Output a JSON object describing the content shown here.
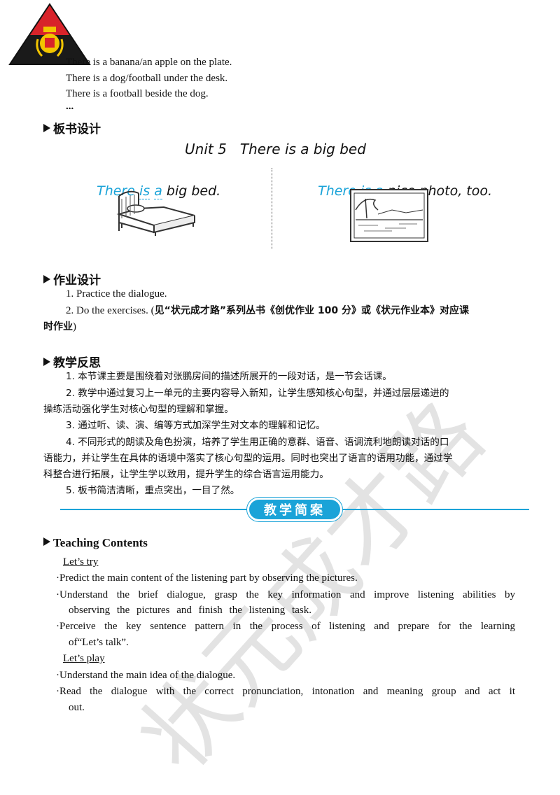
{
  "logo": {
    "name": "logo"
  },
  "examples": [
    "There is a banana/an apple on the plate.",
    "There is a dog/football under the desk.",
    "There is a football beside the dog.",
    "..."
  ],
  "board": {
    "heading": "板书设计",
    "title": "Unit 5   There is a big bed",
    "left": {
      "prefix_there": "There",
      "is": "is",
      "a": "a",
      "rest": " big bed."
    },
    "right": {
      "prefix_there": "There",
      "is": "is",
      "a": "a",
      "rest": " nice photo, too."
    }
  },
  "homework": {
    "heading": "作业设计",
    "item1": "1. Practice the dialogue.",
    "item2_a": "2. Do the exercises. (",
    "item2_b": "见“状元成才路”系列丛书《创优作业 100 分》或《状元作业本》对应课",
    "item2_c": "时作业",
    "item2_d": ")"
  },
  "reflection": {
    "heading": "教学反思",
    "lines": [
      "1. 本节课主要是围绕着对张鹏房间的描述所展开的一段对话，是一节会话课。",
      "2. 教学中通过复习上一单元的主要内容导入新知，让学生感知核心句型，并通过层层递进的",
      "操练活动强化学生对核心句型的理解和掌握。",
      "3. 通过听、读、演、编等方式加深学生对文本的理解和记忆。",
      "4. 不同形式的朗读及角色扮演，培养了学生用正确的意群、语音、语调流利地朗读对话的口",
      "语能力，并让学生在具体的语境中落实了核心句型的运用。同时也突出了语言的语用功能，通过学",
      "科整合进行拓展，让学生学以致用，提升学生的综合语言运用能力。",
      "5. 板书简洁清晰，重点突出，一目了然。"
    ]
  },
  "banner": {
    "label": "教学简案"
  },
  "contents": {
    "heading": "Teaching Contents",
    "lets_try": "Let’s try",
    "try_items": [
      "·Predict the main content of the listening part by observing the pictures.",
      "·Understand the brief dialogue, grasp the key information and improve listening abilities by",
      "observing the pictures and finish the listening task.",
      "·Perceive the key sentence pattern in the process of listening and prepare for the learning",
      "of“Let’s talk”."
    ],
    "lets_play": "Let’s play",
    "play_items": [
      "·Understand the main idea of the dialogue.",
      "·Read the dialogue with the correct pronunciation, intonation and meaning group and act it",
      "out."
    ]
  },
  "watermark": "状元成才路",
  "colors": {
    "accent": "#1aa3d8",
    "banner_fill": "#1aa3d8",
    "logo_red": "#d8232a",
    "logo_yellow": "#f2c500"
  }
}
